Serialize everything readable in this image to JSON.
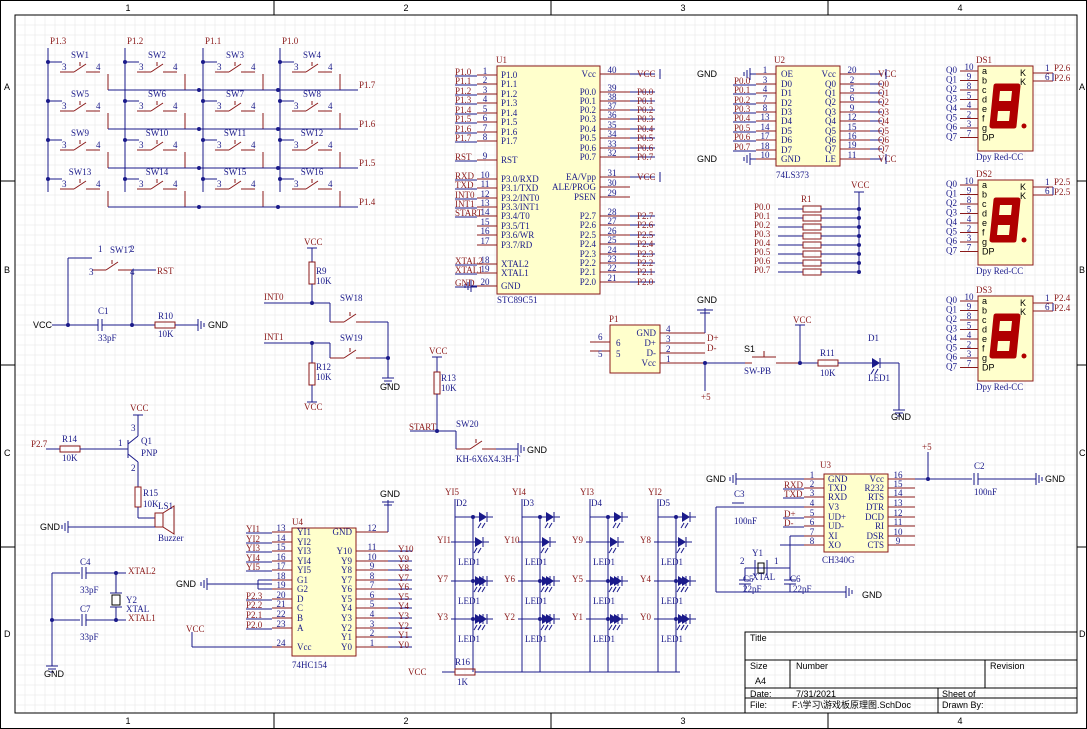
{
  "frame": {
    "columns": [
      "1",
      "2",
      "3",
      "4"
    ],
    "rows": [
      "A",
      "B",
      "C",
      "D"
    ]
  },
  "keypad": {
    "col_ports": [
      "P1.3",
      "P1.2",
      "P1.1",
      "P1.0"
    ],
    "row_ports": [
      "P1.7",
      "P1.6",
      "P1.5",
      "P1.4"
    ],
    "switches": [
      "SW1",
      "SW2",
      "SW3",
      "SW4",
      "SW5",
      "SW6",
      "SW7",
      "SW8",
      "SW9",
      "SW10",
      "SW11",
      "SW12",
      "SW13",
      "SW14",
      "SW15",
      "SW16"
    ],
    "pin_a": "3",
    "pin_b": "4"
  },
  "u1": {
    "ref": "U1",
    "part": "STC89C51",
    "left_pins": [
      {
        "n": "1",
        "name": "P1.0",
        "net": "P1.0"
      },
      {
        "n": "2",
        "name": "P1.1",
        "net": "P1.1"
      },
      {
        "n": "3",
        "name": "P1.2",
        "net": "P1.2"
      },
      {
        "n": "4",
        "name": "P1.3",
        "net": "P1.3"
      },
      {
        "n": "5",
        "name": "P1.4",
        "net": "P1.4"
      },
      {
        "n": "6",
        "name": "P1.5",
        "net": "P1.5"
      },
      {
        "n": "7",
        "name": "P1.6",
        "net": "P1.6"
      },
      {
        "n": "8",
        "name": "P1.7",
        "net": "P1.7"
      },
      {
        "n": "9",
        "name": "RST",
        "net": "RST"
      },
      {
        "n": "10",
        "name": "P3.0/RXD",
        "net": "RXD"
      },
      {
        "n": "11",
        "name": "P3.1/TXD",
        "net": "TXD"
      },
      {
        "n": "12",
        "name": "P3.2/INT0",
        "net": "INT0"
      },
      {
        "n": "13",
        "name": "P3.3/INT1",
        "net": "INT1"
      },
      {
        "n": "14",
        "name": "P3.4/T0",
        "net": "START"
      },
      {
        "n": "15",
        "name": "P3.5/T1",
        "net": ""
      },
      {
        "n": "16",
        "name": "P3.6/WR",
        "net": ""
      },
      {
        "n": "17",
        "name": "P3.7/RD",
        "net": ""
      },
      {
        "n": "18",
        "name": "XTAL2",
        "net": "XTAL2"
      },
      {
        "n": "19",
        "name": "XTAL1",
        "net": "XTAL1"
      },
      {
        "n": "20",
        "name": "GND",
        "net": "GND"
      }
    ],
    "right_pins": [
      {
        "n": "40",
        "name": "Vcc",
        "net": "VCC"
      },
      {
        "n": "39",
        "name": "P0.0",
        "net": "P0.0"
      },
      {
        "n": "38",
        "name": "P0.1",
        "net": "P0.1"
      },
      {
        "n": "37",
        "name": "P0.2",
        "net": "P0.2"
      },
      {
        "n": "36",
        "name": "P0.3",
        "net": "P0.3"
      },
      {
        "n": "35",
        "name": "P0.4",
        "net": "P0.4"
      },
      {
        "n": "34",
        "name": "P0.5",
        "net": "P0.5"
      },
      {
        "n": "33",
        "name": "P0.6",
        "net": "P0.6"
      },
      {
        "n": "32",
        "name": "P0.7",
        "net": "P0.7"
      },
      {
        "n": "31",
        "name": "EA/Vpp",
        "net": "VCC"
      },
      {
        "n": "30",
        "name": "ALE/PROG",
        "net": ""
      },
      {
        "n": "29",
        "name": "PSEN",
        "net": ""
      },
      {
        "n": "28",
        "name": "P2.7",
        "net": "P2.7"
      },
      {
        "n": "27",
        "name": "P2.6",
        "net": "P2.6"
      },
      {
        "n": "26",
        "name": "P2.5",
        "net": "P2.5"
      },
      {
        "n": "25",
        "name": "P2.4",
        "net": "P2.4"
      },
      {
        "n": "24",
        "name": "P2.3",
        "net": "P2.3"
      },
      {
        "n": "23",
        "name": "P2.2",
        "net": "P2.2"
      },
      {
        "n": "22",
        "name": "P2.1",
        "net": "P2.1"
      },
      {
        "n": "21",
        "name": "P2.0",
        "net": "P2.0"
      }
    ]
  },
  "u2": {
    "ref": "U2",
    "part": "74LS373",
    "left_pins": [
      {
        "n": "1",
        "name": "OE",
        "net": "GND"
      },
      {
        "n": "3",
        "name": "D0",
        "net": "P0.0"
      },
      {
        "n": "4",
        "name": "D1",
        "net": "P0.1"
      },
      {
        "n": "7",
        "name": "D2",
        "net": "P0.2"
      },
      {
        "n": "8",
        "name": "D3",
        "net": "P0.3"
      },
      {
        "n": "13",
        "name": "D4",
        "net": "P0.4"
      },
      {
        "n": "14",
        "name": "D5",
        "net": "P0.5"
      },
      {
        "n": "17",
        "name": "D6",
        "net": "P0.6"
      },
      {
        "n": "18",
        "name": "D7",
        "net": "P0.7"
      },
      {
        "n": "10",
        "name": "GND",
        "net": "GND"
      }
    ],
    "right_pins": [
      {
        "n": "20",
        "name": "Vcc",
        "net": "VCC"
      },
      {
        "n": "2",
        "name": "Q0",
        "net": "Q0"
      },
      {
        "n": "5",
        "name": "Q1",
        "net": "Q1"
      },
      {
        "n": "6",
        "name": "Q2",
        "net": "Q2"
      },
      {
        "n": "9",
        "name": "Q3",
        "net": "Q3"
      },
      {
        "n": "12",
        "name": "Q4",
        "net": "Q4"
      },
      {
        "n": "15",
        "name": "Q5",
        "net": "Q5"
      },
      {
        "n": "16",
        "name": "Q6",
        "net": "Q6"
      },
      {
        "n": "19",
        "name": "Q7",
        "net": "Q7"
      },
      {
        "n": "11",
        "name": "LE",
        "net": "VCC"
      }
    ]
  },
  "r1": {
    "ref": "R1",
    "nets": [
      "P0.0",
      "P0.1",
      "P0.2",
      "P0.3",
      "P0.4",
      "P0.5",
      "P0.6",
      "P0.7"
    ],
    "power": "VCC"
  },
  "displays": [
    {
      "ref": "DS1",
      "part": "Dpy Red-CC",
      "nets": [
        "P2.6",
        "P2.6"
      ]
    },
    {
      "ref": "DS2",
      "part": "Dpy Red-CC",
      "nets": [
        "P2.5",
        "P2.5"
      ]
    },
    {
      "ref": "DS3",
      "part": "Dpy Red-CC",
      "nets": [
        "P2.4",
        "P2.4"
      ]
    }
  ],
  "display_inputs": [
    {
      "q": "Q0",
      "n": "10",
      "seg": "a"
    },
    {
      "q": "Q1",
      "n": "9",
      "seg": "b"
    },
    {
      "q": "Q2",
      "n": "8",
      "seg": "c"
    },
    {
      "q": "Q3",
      "n": "5",
      "seg": "d"
    },
    {
      "q": "Q4",
      "n": "4",
      "seg": "e"
    },
    {
      "q": "Q5",
      "n": "2",
      "seg": "f"
    },
    {
      "q": "Q6",
      "n": "3",
      "seg": "g"
    },
    {
      "q": "Q7",
      "n": "7",
      "seg": "DP"
    }
  ],
  "reset": {
    "sw": "SW17",
    "cap": "C1",
    "cap_val": "33pF",
    "res": "R10",
    "res_val": "10K",
    "net": "RST",
    "vcc": "VCC",
    "gnd": "GND",
    "pins": [
      "1",
      "2",
      "3",
      "4"
    ]
  },
  "interrupts": {
    "r9": "R9",
    "r9_val": "10K",
    "r12": "R12",
    "r12_val": "10K",
    "sw18": "SW18",
    "sw19": "SW19",
    "int0": "INT0",
    "int1": "INT1",
    "vcc": "VCC",
    "gnd": "GND"
  },
  "start": {
    "r13": "R13",
    "r13_val": "10K",
    "sw": "SW20",
    "net": "START",
    "part": "KH-6X6X4.3H-T",
    "gnd": "GND",
    "vcc": "VCC"
  },
  "usb": {
    "ref": "P1",
    "pins": [
      {
        "n": "4",
        "name": "GND"
      },
      {
        "n": "3",
        "name": "D+"
      },
      {
        "n": "2",
        "name": "D-"
      },
      {
        "n": "1",
        "name": "Vcc"
      }
    ],
    "shield": [
      "6",
      "5"
    ],
    "nets": {
      "gnd": "GND",
      "dp": "D+",
      "dm": "D-",
      "v5": "+5"
    }
  },
  "power_led": {
    "s1": "S1",
    "s1_part": "SW-PB",
    "r11": "R11",
    "r11_val": "10K",
    "d1": "D1",
    "d1_part": "LED1",
    "vcc": "VCC",
    "gnd": "GND",
    "v5": "+5"
  },
  "buzzer": {
    "q1": "Q1",
    "q1_part": "PNP",
    "r14": "R14",
    "r14_val": "10K",
    "r15": "R15",
    "r15_val": "10K",
    "ls": "LS1",
    "ls_part": "Buzzer",
    "net": "P2.7",
    "vcc": "VCC",
    "gnd": "GND",
    "pins": [
      "1",
      "2",
      "3"
    ]
  },
  "crystal1": {
    "c4": "C4",
    "c4_val": "33pF",
    "c7": "C7",
    "c7_val": "33pF",
    "y": "Y2",
    "y_part": "XTAL",
    "x2": "XTAL2",
    "x1": "XTAL1",
    "gnd": "GND"
  },
  "u4": {
    "ref": "U4",
    "part": "74HC154",
    "gnd": "GND",
    "vcc": "VCC",
    "left_pins": [
      {
        "n": "13",
        "name": "YI1",
        "net": "YI1"
      },
      {
        "n": "14",
        "name": "YI2",
        "net": "YI2"
      },
      {
        "n": "15",
        "name": "YI3",
        "net": "YI3"
      },
      {
        "n": "16",
        "name": "YI4",
        "net": "YI4"
      },
      {
        "n": "17",
        "name": "YI5",
        "net": "YI5"
      },
      {
        "n": "18",
        "name": "G1",
        "net": "GND"
      },
      {
        "n": "19",
        "name": "G2",
        "net": "GND"
      },
      {
        "n": "20",
        "name": "D",
        "net": "P2.3"
      },
      {
        "n": "21",
        "name": "C",
        "net": "P2.2"
      },
      {
        "n": "22",
        "name": "B",
        "net": "P2.1"
      },
      {
        "n": "23",
        "name": "A",
        "net": "P2.0"
      },
      {
        "n": "24",
        "name": "Vcc",
        "net": "VCC"
      }
    ],
    "right_pins": [
      {
        "n": "12",
        "name": "GND",
        "net": ""
      },
      {
        "n": "11",
        "name": "Y10",
        "net": "Y10"
      },
      {
        "n": "10",
        "name": "Y9",
        "net": "Y9"
      },
      {
        "n": "9",
        "name": "Y8",
        "net": "Y8"
      },
      {
        "n": "8",
        "name": "Y7",
        "net": "Y7"
      },
      {
        "n": "7",
        "name": "Y6",
        "net": "Y6"
      },
      {
        "n": "6",
        "name": "Y5",
        "net": "Y5"
      },
      {
        "n": "5",
        "name": "Y4",
        "net": "Y4"
      },
      {
        "n": "4",
        "name": "Y3",
        "net": "Y3"
      },
      {
        "n": "3",
        "name": "Y2",
        "net": "Y2"
      },
      {
        "n": "2",
        "name": "Y1",
        "net": "Y1"
      },
      {
        "n": "1",
        "name": "Y0",
        "net": "Y0"
      }
    ]
  },
  "led_matrix": {
    "top_refs": [
      "D2",
      "D3",
      "D4",
      "D5"
    ],
    "top_nets": [
      "YI5",
      "YI4",
      "YI3",
      "YI2"
    ],
    "rows": [
      [
        "YI1",
        "Y10",
        "Y9",
        "Y8"
      ],
      [
        "Y7",
        "Y6",
        "Y5",
        "Y4"
      ],
      [
        "Y3",
        "Y2",
        "Y1",
        "Y0"
      ]
    ],
    "led_label": "LED1",
    "r16": "R16",
    "r16_val": "1K",
    "vcc": "VCC"
  },
  "u3": {
    "ref": "U3",
    "part": "CH340G",
    "left_pins": [
      {
        "n": "1",
        "name": "GND",
        "net": "GND"
      },
      {
        "n": "2",
        "name": "TXD",
        "net": "RXD"
      },
      {
        "n": "3",
        "name": "RXD",
        "net": "TXD"
      },
      {
        "n": "4",
        "name": "V3",
        "net": ""
      },
      {
        "n": "5",
        "name": "UD+",
        "net": "D+"
      },
      {
        "n": "6",
        "name": "UD-",
        "net": "D-"
      },
      {
        "n": "7",
        "name": "XI",
        "net": ""
      },
      {
        "n": "8",
        "name": "XO",
        "net": ""
      }
    ],
    "right_pins": [
      {
        "n": "16",
        "name": "Vcc",
        "net": "+5"
      },
      {
        "n": "15",
        "name": "R232",
        "net": ""
      },
      {
        "n": "14",
        "name": "RTS",
        "net": ""
      },
      {
        "n": "13",
        "name": "DTR",
        "net": ""
      },
      {
        "n": "12",
        "name": "DCD",
        "net": ""
      },
      {
        "n": "11",
        "name": "RI",
        "net": ""
      },
      {
        "n": "10",
        "name": "DSR",
        "net": ""
      },
      {
        "n": "9",
        "name": "CTS",
        "net": ""
      }
    ],
    "c2": "C2",
    "c2_val": "100nF",
    "c3": "C3",
    "c3_val": "100nF",
    "c5": "C5",
    "c5_val": "22pF",
    "c6": "C6",
    "c6_val": "22pF",
    "y1": "Y1",
    "y1_part": "XTAL",
    "gnd": "GND",
    "v5": "+5"
  },
  "title_block": {
    "title_label": "Title",
    "size_label": "Size",
    "size": "A4",
    "number_label": "Number",
    "revision_label": "Revision",
    "date_label": "Date:",
    "date": "7/31/2021",
    "file_label": "File:",
    "file": "F:\\学习\\游戏板原理图.SchDoc",
    "sheet_label": "Sheet   of",
    "drawn_label": "Drawn By:"
  }
}
